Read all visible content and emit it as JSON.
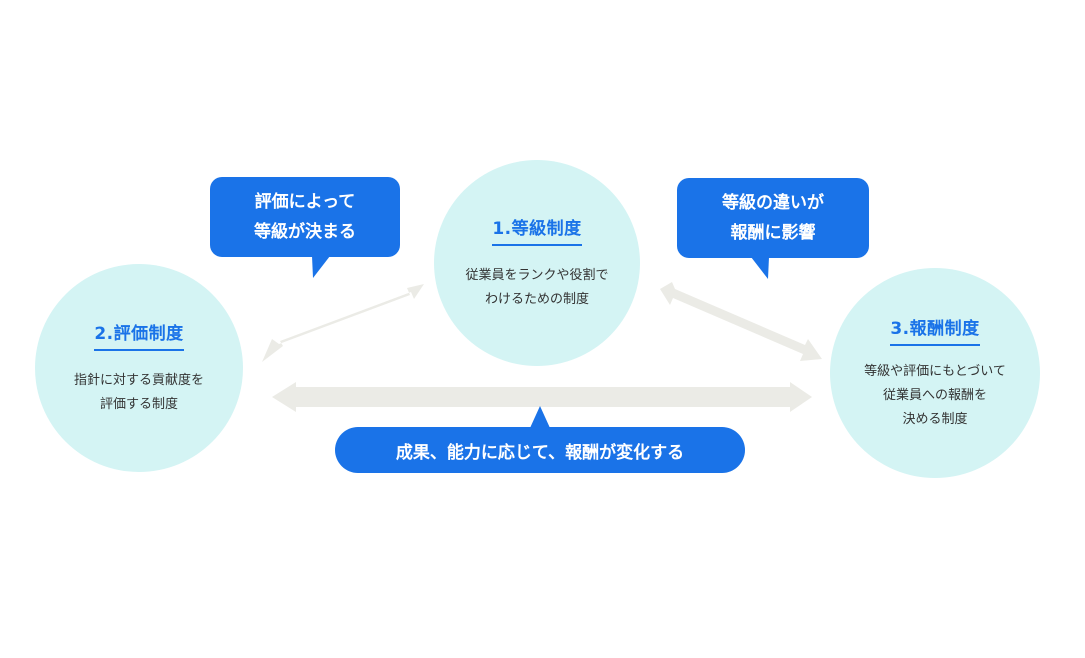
{
  "colors": {
    "circle_fill": "#d4f4f4",
    "accent_blue": "#1a73e8",
    "arrow_gray": "#ebebe6",
    "body_text": "#333333"
  },
  "circles": {
    "grade": {
      "title": "1.等級制度",
      "desc": "従業員をランクや役割で\nわけるための制度"
    },
    "evaluation": {
      "title": "2.評価制度",
      "desc": "指針に対する貢献度を\n評価する制度"
    },
    "compensation": {
      "title": "3.報酬制度",
      "desc": "等級や評価にもとづいて\n従業員への報酬を\n決める制度"
    }
  },
  "bubbles": {
    "evaluation_to_grade": "評価によって\n等級が決まる",
    "grade_to_compensation": "等級の違いが\n報酬に影響",
    "evaluation_to_compensation": "成果、能力に応じて、報酬が変化する"
  }
}
